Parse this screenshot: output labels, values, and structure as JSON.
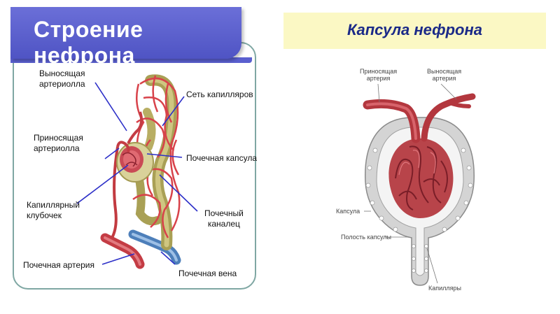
{
  "left": {
    "title": "Строение нефрона",
    "labels": {
      "efferent_1": "Выносящая",
      "efferent_2": "артериолла",
      "capillary_net": "Сеть капилляров",
      "afferent_1": "Приносящая",
      "afferent_2": "артериолла",
      "capsule": "Почечная капсула",
      "glomerulus_1": "Капиллярный",
      "glomerulus_2": "клубочек",
      "tubule_1": "Почечный",
      "tubule_2": "каналец",
      "artery": "Почечная артерия",
      "vein": "Почечная вена"
    }
  },
  "right": {
    "title": "Капсула нефрона",
    "labels": {
      "afferent_1": "Приносящая",
      "afferent_2": "артерия",
      "efferent_1": "Выносящая",
      "efferent_2": "артерия",
      "capsule": "Капсула",
      "cavity": "Полость капсулы",
      "capillaries": "Капилляры"
    }
  },
  "colors": {
    "title_banner": "#5559cc",
    "frame": "#7fa7a3",
    "right_banner": "#fbf8c4",
    "right_title": "#1b2a88",
    "pointer": "#2c2fc8",
    "vessel_red": "#c8444a",
    "vessel_blue": "#5a8cc4"
  }
}
